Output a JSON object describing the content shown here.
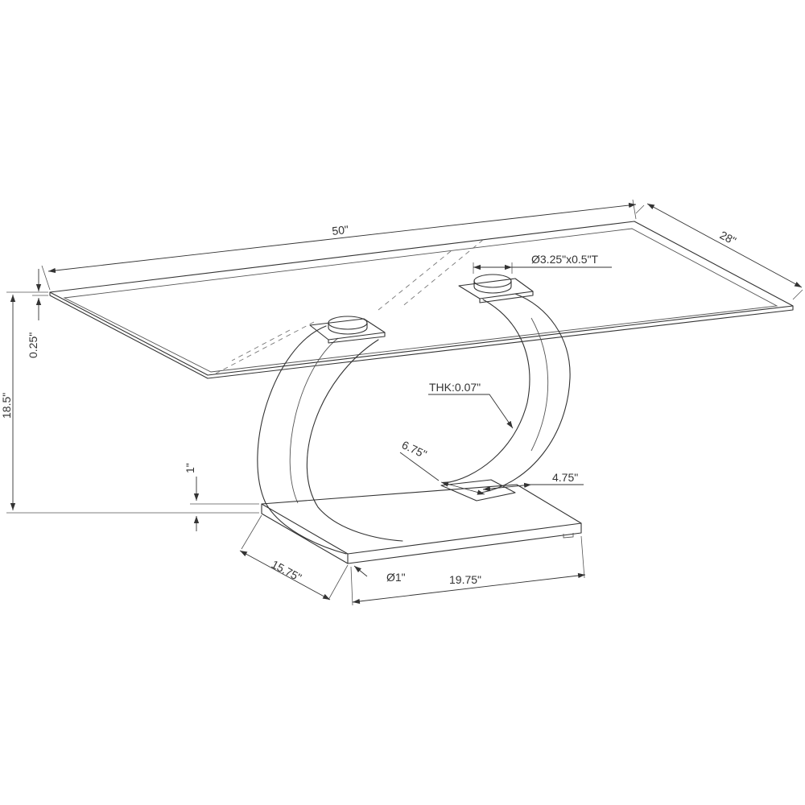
{
  "colors": {
    "stroke": "#333333",
    "background": "#ffffff"
  },
  "dimensions": {
    "top_length": "50\"",
    "top_depth": "28\"",
    "overall_height": "18.5\"",
    "glass_thickness": "0.25\"",
    "disc_size": "Ø3.25\"x0.5\"T",
    "arm_thickness": "THK:0.07\"",
    "arm_depth": "6.75\"",
    "arm_width": "4.75\"",
    "base_height": "1\"",
    "base_depth": "15.75\"",
    "foot_diameter": "Ø1\"",
    "base_length": "19.75\""
  }
}
